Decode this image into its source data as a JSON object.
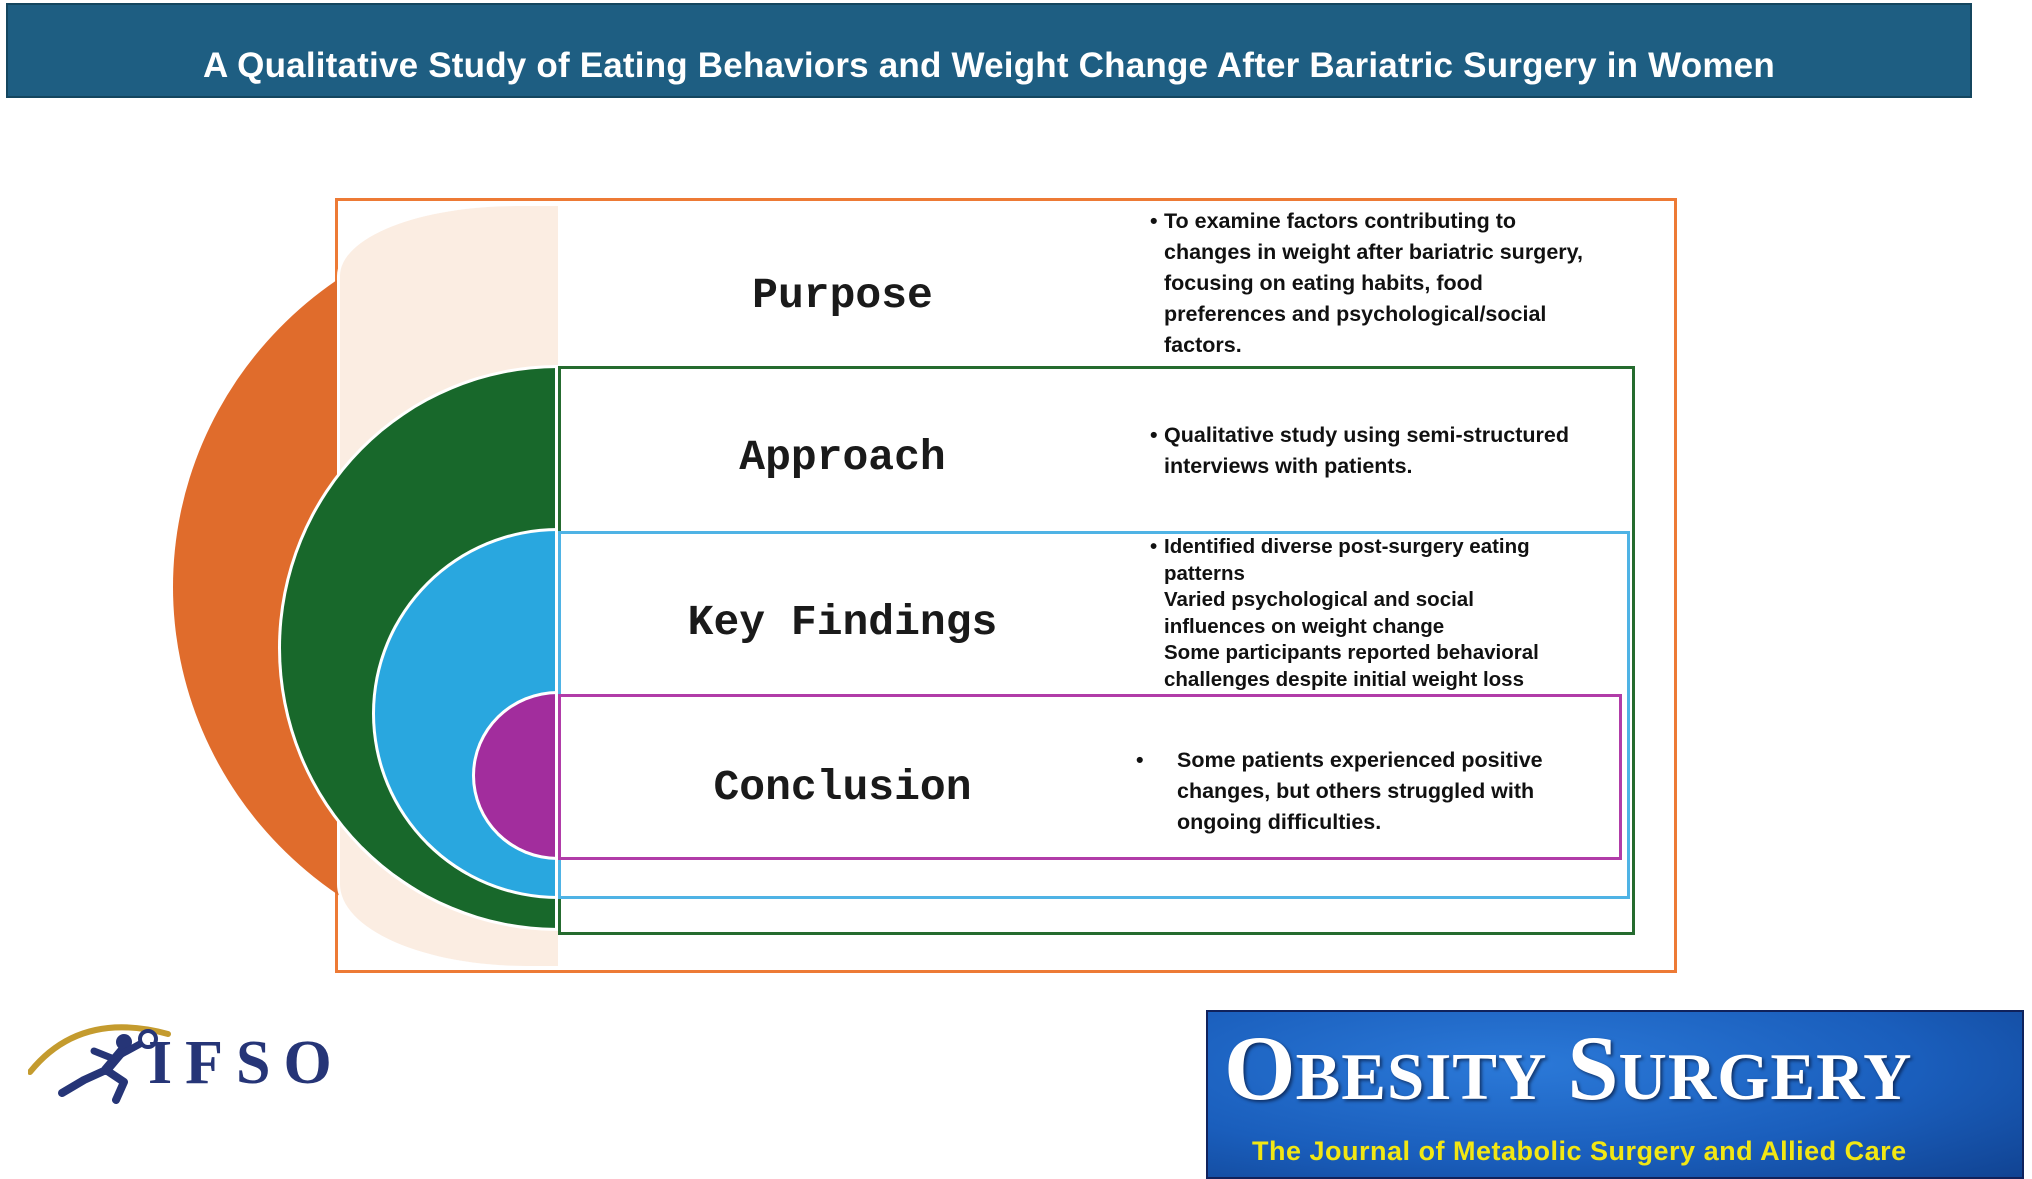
{
  "header": {
    "title": "A Qualitative Study of Eating Behaviors and Weight Change After Bariatric Surgery in Women"
  },
  "colors": {
    "header_bg": "#1E5E82",
    "stage1_orange": "#E06C2C",
    "stage1_border": "#ED7A35",
    "stage1_tint": "#FBEDE2",
    "stage2_green": "#18682B",
    "stage2_border": "#256B2F",
    "stage3_blue": "#29A7DF",
    "stage3_border": "#4FB3E5",
    "stage4_purple": "#A22D9D",
    "stage4_border": "#B13CA8",
    "journal_bg_blue": "#1A5EBC",
    "journal_tagline_yellow": "#F2E713",
    "ifso_navy": "#263577",
    "ifso_gold": "#C49B2E"
  },
  "diagram": {
    "rows": [
      {
        "label": "Purpose",
        "bullets": [
          {
            "marker": "•",
            "text": "To examine factors contributing to\nchanges in weight after bariatric surgery,\nfocusing on eating habits, food\npreferences and psychological/social\nfactors."
          }
        ]
      },
      {
        "label": "Approach",
        "bullets": [
          {
            "marker": "•",
            "text": "Qualitative study using semi-structured\ninterviews with patients."
          }
        ]
      },
      {
        "label": "Key Findings",
        "bullets": [
          {
            "marker": "•",
            "text": "Identified diverse post-surgery eating\npatterns"
          },
          {
            "marker": "",
            "text": "Varied psychological and social\ninfluences on weight change"
          },
          {
            "marker": "",
            "text": "Some participants reported behavioral\nchallenges despite initial weight loss"
          }
        ]
      },
      {
        "label": "Conclusion",
        "bullets": [
          {
            "marker": "•",
            "text": "Some patients experienced positive\nchanges, but others struggled with\nongoing difficulties."
          }
        ]
      }
    ]
  },
  "footer": {
    "ifso": {
      "acronym": "IFSO"
    },
    "journal": {
      "initial_1": "O",
      "rest_1": "BESITY",
      "initial_2": "S",
      "rest_2": "URGERY",
      "tagline": "The Journal of Metabolic Surgery and Allied Care"
    }
  }
}
